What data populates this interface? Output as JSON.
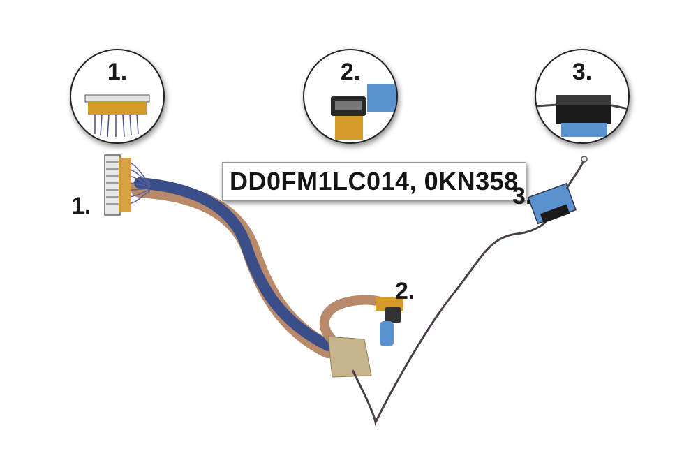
{
  "product": {
    "part_numbers": "DD0FM1LC014, 0KN358"
  },
  "callouts": [
    {
      "label": "1."
    },
    {
      "label": "2."
    },
    {
      "label": "3."
    }
  ],
  "zooms": [
    {
      "label": "1."
    },
    {
      "label": "2."
    },
    {
      "label": "3."
    }
  ],
  "colors": {
    "cable_blue": "#3a4f8a",
    "cable_copper": "#b98a6a",
    "connector_tape": "#d49a2a",
    "thin_cable": "#4a3f4a",
    "blue_tape": "#5a92d0"
  }
}
